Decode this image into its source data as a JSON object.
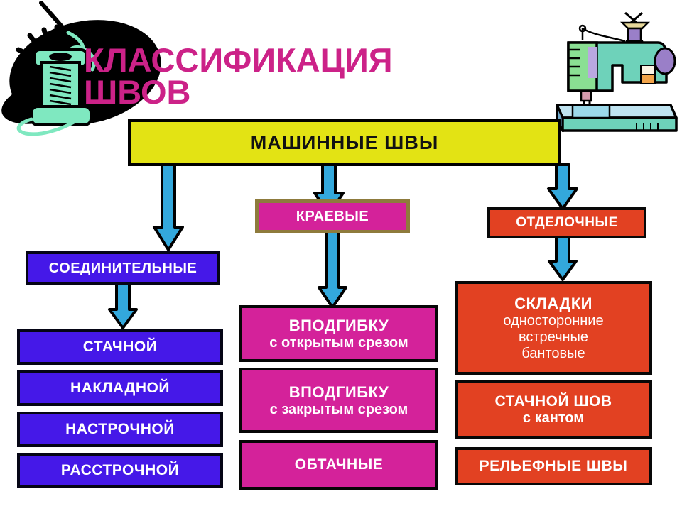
{
  "title": {
    "text": "КЛАССИФИКАЦИЯ\nШВОВ",
    "color": "#CC2288"
  },
  "artwork": {
    "spool": "thread-spool-needle-pins-illustration",
    "machine": "sewing-machine-illustration"
  },
  "colors": {
    "root_fill": "#E3E314",
    "connective_fill": "#4518E8",
    "edge_fill": "#D4229A",
    "decorative_fill": "#E24122",
    "arrow_fill": "#33A8DC",
    "outline": "#000000",
    "kraevye_border": "#8E7B3C"
  },
  "root": {
    "label": "МАШИННЫЕ ШВЫ"
  },
  "branches": [
    {
      "id": "connective",
      "heading": "СОЕДИНИТЕЛЬНЫЕ",
      "items": [
        {
          "line1": "СТАЧНОЙ"
        },
        {
          "line1": "НАКЛАДНОЙ"
        },
        {
          "line1": "НАСТРОЧНОЙ"
        },
        {
          "line1": "РАССТРОЧНОЙ"
        }
      ]
    },
    {
      "id": "edge",
      "heading": "КРАЕВЫЕ",
      "items": [
        {
          "line1": "ВПОДГИБКУ",
          "line2": "с открытым срезом"
        },
        {
          "line1": "ВПОДГИБКУ",
          "line2": "с закрытым срезом"
        },
        {
          "line1": "ОБТАЧНЫЕ"
        }
      ]
    },
    {
      "id": "decorative",
      "heading": "ОТДЕЛОЧНЫЕ",
      "items": [
        {
          "line1": "СКЛАДКИ",
          "line2": "односторонние",
          "line3": "встречные",
          "line4": "бантовые"
        },
        {
          "line1": "СТАЧНОЙ ШОВ",
          "line2": "с кантом"
        },
        {
          "line1": "РЕЛЬЕФНЫЕ ШВЫ"
        }
      ]
    }
  ]
}
